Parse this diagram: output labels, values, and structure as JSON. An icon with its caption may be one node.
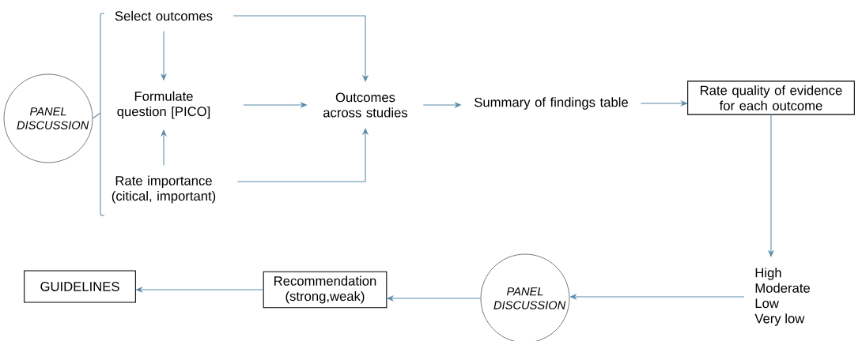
{
  "diagram": {
    "nodes": [
      {
        "text": [
          "PANEL DISCUSSION"
        ]
      },
      {
        "text": [
          "Select outcomes"
        ]
      },
      {
        "text": [
          "Formulate question [PICO]"
        ]
      },
      {
        "text": [
          "Rate importance (citical, important)"
        ]
      },
      {
        "text": [
          "Outcomes across studies"
        ]
      },
      {
        "text": [
          "Summary of findings table"
        ]
      },
      {
        "text": [
          "Rate quality of evidence for each outcome"
        ]
      },
      {
        "text": [
          "High",
          "Moderate",
          "Low",
          "Very low"
        ]
      },
      {
        "text": [
          "PANEL DISCUSSION"
        ]
      },
      {
        "text": [
          "Recommendation (strong,weak)"
        ]
      },
      {
        "text": [
          "GUIDELINES"
        ]
      }
    ],
    "edges": [
      {
        "from": 1,
        "to": 2,
        "arrow": "to"
      },
      {
        "from": 3,
        "to": 2,
        "arrow": "to"
      },
      {
        "from": 1,
        "to": 4,
        "arrow": "to"
      },
      {
        "from": 3,
        "to": 4,
        "arrow": "to"
      },
      {
        "from": 2,
        "to": 4,
        "arrow": "to"
      },
      {
        "from": 4,
        "to": 5,
        "arrow": "to"
      },
      {
        "from": 5,
        "to": 6,
        "arrow": "to"
      },
      {
        "from": 6,
        "to": 7,
        "arrow": "to"
      },
      {
        "from": 7,
        "to": 8,
        "arrow": "to"
      },
      {
        "from": 8,
        "to": 9,
        "arrow": "to"
      },
      {
        "from": 9,
        "to": 10,
        "arrow": "to"
      }
    ]
  }
}
